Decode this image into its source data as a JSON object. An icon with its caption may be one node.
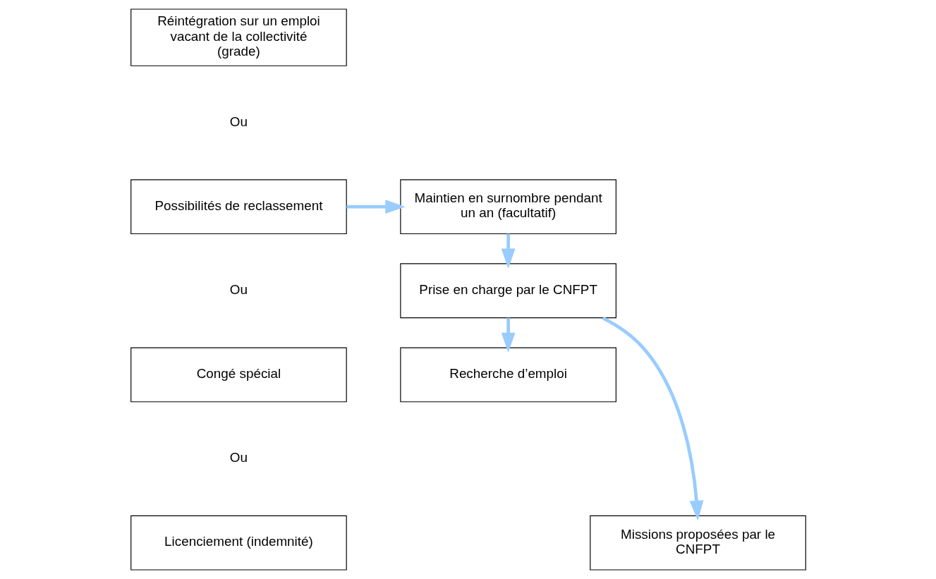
{
  "diagram": {
    "nodes": [
      {
        "text": [
          "Réintégration sur un emploi vacant de la collectivité (grade)"
        ]
      },
      {
        "text": [
          "Possibilités de reclassement"
        ]
      },
      {
        "text": [
          "Maintien en surnombre pendant un an (facultatif)"
        ]
      },
      {
        "text": [
          "Prise en charge par le CNFPT"
        ]
      },
      {
        "text": [
          "Congé spécial"
        ]
      },
      {
        "text": [
          "Recherche d’emploi"
        ]
      },
      {
        "text": [
          "Licenciement (indemnité)"
        ]
      },
      {
        "text": [
          "Missions proposées par le CNFPT"
        ]
      }
    ],
    "edges": [
      {
        "from": 1,
        "to": 2,
        "arrow": "to"
      },
      {
        "from": 2,
        "to": 3,
        "arrow": "to"
      },
      {
        "from": 3,
        "to": 5,
        "arrow": "to"
      },
      {
        "from": 3,
        "to": 7,
        "arrow": "to"
      }
    ],
    "labels": [
      "Ou",
      "Ou",
      "Ou"
    ]
  }
}
